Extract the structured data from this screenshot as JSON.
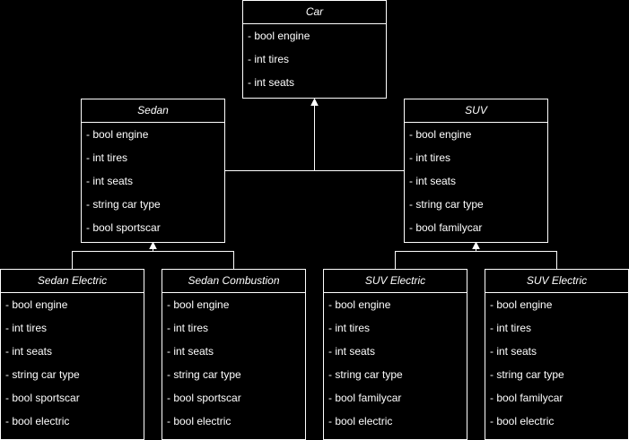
{
  "diagram": {
    "classes": {
      "car": {
        "name": "Car",
        "attributes": [
          "- bool engine",
          "- int tires",
          "- int seats"
        ]
      },
      "sedan": {
        "name": "Sedan",
        "attributes": [
          "- bool engine",
          "- int tires",
          "- int seats",
          "- string car type",
          "- bool sportscar"
        ]
      },
      "suv": {
        "name": "SUV",
        "attributes": [
          "- bool engine",
          "- int tires",
          "- int seats",
          "- string car type",
          "- bool familycar"
        ]
      },
      "sedan_electric": {
        "name": "Sedan Electric",
        "attributes": [
          "- bool engine",
          "- int tires",
          "- int seats",
          "- string car type",
          "- bool sportscar",
          "- bool electric"
        ]
      },
      "sedan_combustion": {
        "name": "Sedan Combustion",
        "attributes": [
          "- bool engine",
          "- int tires",
          "- int seats",
          "- string car type",
          "- bool sportscar",
          "- bool electric"
        ]
      },
      "suv_electric_1": {
        "name": "SUV Electric",
        "attributes": [
          "- bool engine",
          "- int tires",
          "- int seats",
          "- string car type",
          "- bool familycar",
          "- bool electric"
        ]
      },
      "suv_electric_2": {
        "name": "SUV Electric",
        "attributes": [
          "- bool engine",
          "- int tires",
          "- int seats",
          "- string car type",
          "- bool familycar",
          "- bool electric"
        ]
      }
    },
    "inheritance": [
      {
        "child": "sedan",
        "parent": "car"
      },
      {
        "child": "suv",
        "parent": "car"
      },
      {
        "child": "sedan_electric",
        "parent": "sedan"
      },
      {
        "child": "sedan_combustion",
        "parent": "sedan"
      },
      {
        "child": "suv_electric_1",
        "parent": "suv"
      },
      {
        "child": "suv_electric_2",
        "parent": "suv"
      }
    ],
    "colors": {
      "background": "#000000",
      "stroke": "#ffffff",
      "text": "#ffffff"
    }
  }
}
